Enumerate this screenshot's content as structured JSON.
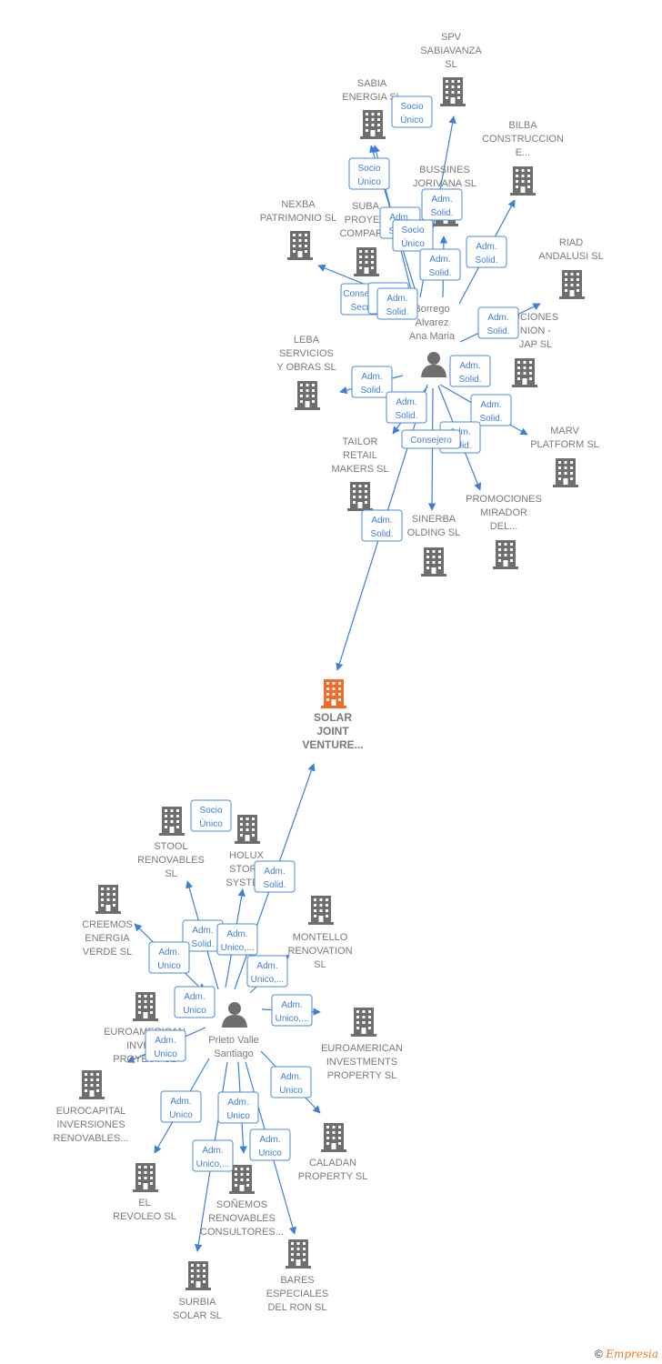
{
  "colors": {
    "edge": "#3b7fd9",
    "building": "#6e6e6e",
    "focus": "#f26b2a",
    "rel": "#3d7fd6"
  },
  "nodes": [
    {
      "id": "spv",
      "lines": [
        "SPV",
        "SABIAVANZA",
        "SL"
      ],
      "icon": "building"
    },
    {
      "id": "sabia",
      "lines": [
        "SABIA",
        "ENERGIA  SL"
      ],
      "icon": "building"
    },
    {
      "id": "bilba",
      "lines": [
        "BILBA",
        "CONSTRUCCION",
        "E..."
      ],
      "icon": "building"
    },
    {
      "id": "bussines",
      "lines": [
        "BUSSINES",
        "JORIVANA  SL"
      ],
      "icon": "building"
    },
    {
      "id": "nexba",
      "lines": [
        "NEXBA",
        "PATRIMONIO SL"
      ],
      "icon": "building"
    },
    {
      "id": "suba",
      "lines": [
        "SUBA",
        "PROYEC",
        "COMPARTI"
      ],
      "icon": "building"
    },
    {
      "id": "riad",
      "lines": [
        "RIAD",
        "ANDALUSI  SL"
      ],
      "icon": "building"
    },
    {
      "id": "borrego",
      "lines": [
        "Borrego",
        "Alvarez",
        "Ana Maria"
      ],
      "icon": "person"
    },
    {
      "id": "uciones",
      "lines": [
        "UCIONES",
        "NION -",
        "JAP  SL"
      ],
      "icon": "building"
    },
    {
      "id": "leba",
      "lines": [
        "LEBA",
        "SERVICIOS",
        "Y OBRAS  SL"
      ],
      "icon": "building"
    },
    {
      "id": "marv",
      "lines": [
        "MARV",
        "PLATFORM  SL"
      ],
      "icon": "building"
    },
    {
      "id": "tailor",
      "lines": [
        "TAILOR",
        "RETAIL",
        "MAKERS  SL"
      ],
      "icon": "building"
    },
    {
      "id": "promociones",
      "lines": [
        "PROMOCIONES",
        "MIRADOR",
        "DEL..."
      ],
      "icon": "building"
    },
    {
      "id": "sinerba",
      "lines": [
        "SINERBA",
        "OLDING  SL"
      ],
      "icon": "building"
    },
    {
      "id": "solar",
      "lines": [
        "SOLAR",
        "JOINT",
        "VENTURE..."
      ],
      "icon": "building-focus"
    },
    {
      "id": "stool",
      "lines": [
        "STOOL",
        "RENOVABLES",
        "SL"
      ],
      "icon": "building"
    },
    {
      "id": "holux",
      "lines": [
        "HOLUX",
        "STORA",
        "SYSTEM"
      ],
      "icon": "building"
    },
    {
      "id": "creemos",
      "lines": [
        "CREEMOS",
        "ENERGIA",
        "VERDE  SL"
      ],
      "icon": "building"
    },
    {
      "id": "montello",
      "lines": [
        "MONTELLO",
        "RENOVATION",
        "SL"
      ],
      "icon": "building"
    },
    {
      "id": "euroamerican_p",
      "lines": [
        "EUROAMERICAN",
        "INVEST",
        "PROYECT  SL"
      ],
      "icon": "building"
    },
    {
      "id": "prieto",
      "lines": [
        "Prieto Valle",
        "Santiago"
      ],
      "icon": "person"
    },
    {
      "id": "euroamerican_prop",
      "lines": [
        "EUROAMERICAN",
        "INVESTMENTS",
        "PROPERTY  SL"
      ],
      "icon": "building"
    },
    {
      "id": "eurocapital",
      "lines": [
        "EUROCAPITAL",
        "INVERSIONES",
        "RENOVABLES..."
      ],
      "icon": "building"
    },
    {
      "id": "caladan",
      "lines": [
        "CALADAN",
        "PROPERTY  SL"
      ],
      "icon": "building"
    },
    {
      "id": "revoleo",
      "lines": [
        "EL",
        "REVOLEO  SL"
      ],
      "icon": "building"
    },
    {
      "id": "sonemos",
      "lines": [
        "SOÑEMOS",
        "RENOVABLES",
        "CONSULTORES..."
      ],
      "icon": "building"
    },
    {
      "id": "surbia",
      "lines": [
        "SURBIA",
        "SOLAR  SL"
      ],
      "icon": "building"
    },
    {
      "id": "bares",
      "lines": [
        "BARES",
        "ESPECIALES",
        "DEL RON SL"
      ],
      "icon": "building"
    }
  ],
  "relations": [
    {
      "lines": [
        "Socio",
        "Único"
      ]
    },
    {
      "lines": [
        "Socio",
        "Único"
      ]
    },
    {
      "lines": [
        "Adm.",
        "Solid."
      ]
    },
    {
      "lines": [
        "Adm.",
        "Solid."
      ]
    },
    {
      "lines": [
        "Socio",
        "Único"
      ]
    },
    {
      "lines": [
        "Adm.",
        "Solid."
      ]
    },
    {
      "lines": [
        "Adm.",
        "Solid."
      ]
    },
    {
      "lines": [
        "Consej. ,",
        "Secr."
      ]
    },
    {
      "lines": [
        "Adm.",
        "Solid."
      ]
    },
    {
      "lines": [
        "Adm.",
        "Solid."
      ]
    },
    {
      "lines": [
        "Adm.",
        "Solid."
      ]
    },
    {
      "lines": [
        "Adm.",
        "Solid."
      ]
    },
    {
      "lines": [
        "Adm.",
        "Solid."
      ]
    },
    {
      "lines": [
        "Adm.",
        "Solid."
      ]
    },
    {
      "lines": [
        "Adm.",
        "Solid."
      ]
    },
    {
      "lines": [
        "Adm.",
        "Solid."
      ]
    },
    {
      "lines": [
        "Consejero"
      ]
    },
    {
      "lines": [
        "Adm.",
        "Solid."
      ]
    },
    {
      "lines": [
        "Socio",
        "Único"
      ]
    },
    {
      "lines": [
        "Adm.",
        "Solid."
      ]
    },
    {
      "lines": [
        "Adm.",
        "Unico,..."
      ]
    },
    {
      "lines": [
        "Adm.",
        "Unico"
      ]
    },
    {
      "lines": [
        "Adm.",
        "Unico,..."
      ]
    },
    {
      "lines": [
        "Adm.",
        "Unico"
      ]
    },
    {
      "lines": [
        "Adm.",
        "Unico"
      ]
    },
    {
      "lines": [
        "Adm.",
        "Unico,..."
      ]
    },
    {
      "lines": [
        "Adm.",
        "Unico"
      ]
    },
    {
      "lines": [
        "Adm.",
        "Unico"
      ]
    },
    {
      "lines": [
        "Adm.",
        "Unico"
      ]
    },
    {
      "lines": [
        "Adm.",
        "Unico,..."
      ]
    },
    {
      "lines": [
        "Adm.",
        "Unico"
      ]
    },
    {
      "lines": [
        "Adm.",
        "Solid."
      ]
    }
  ],
  "footer": {
    "copyright": "©",
    "brand": "Empresia"
  }
}
